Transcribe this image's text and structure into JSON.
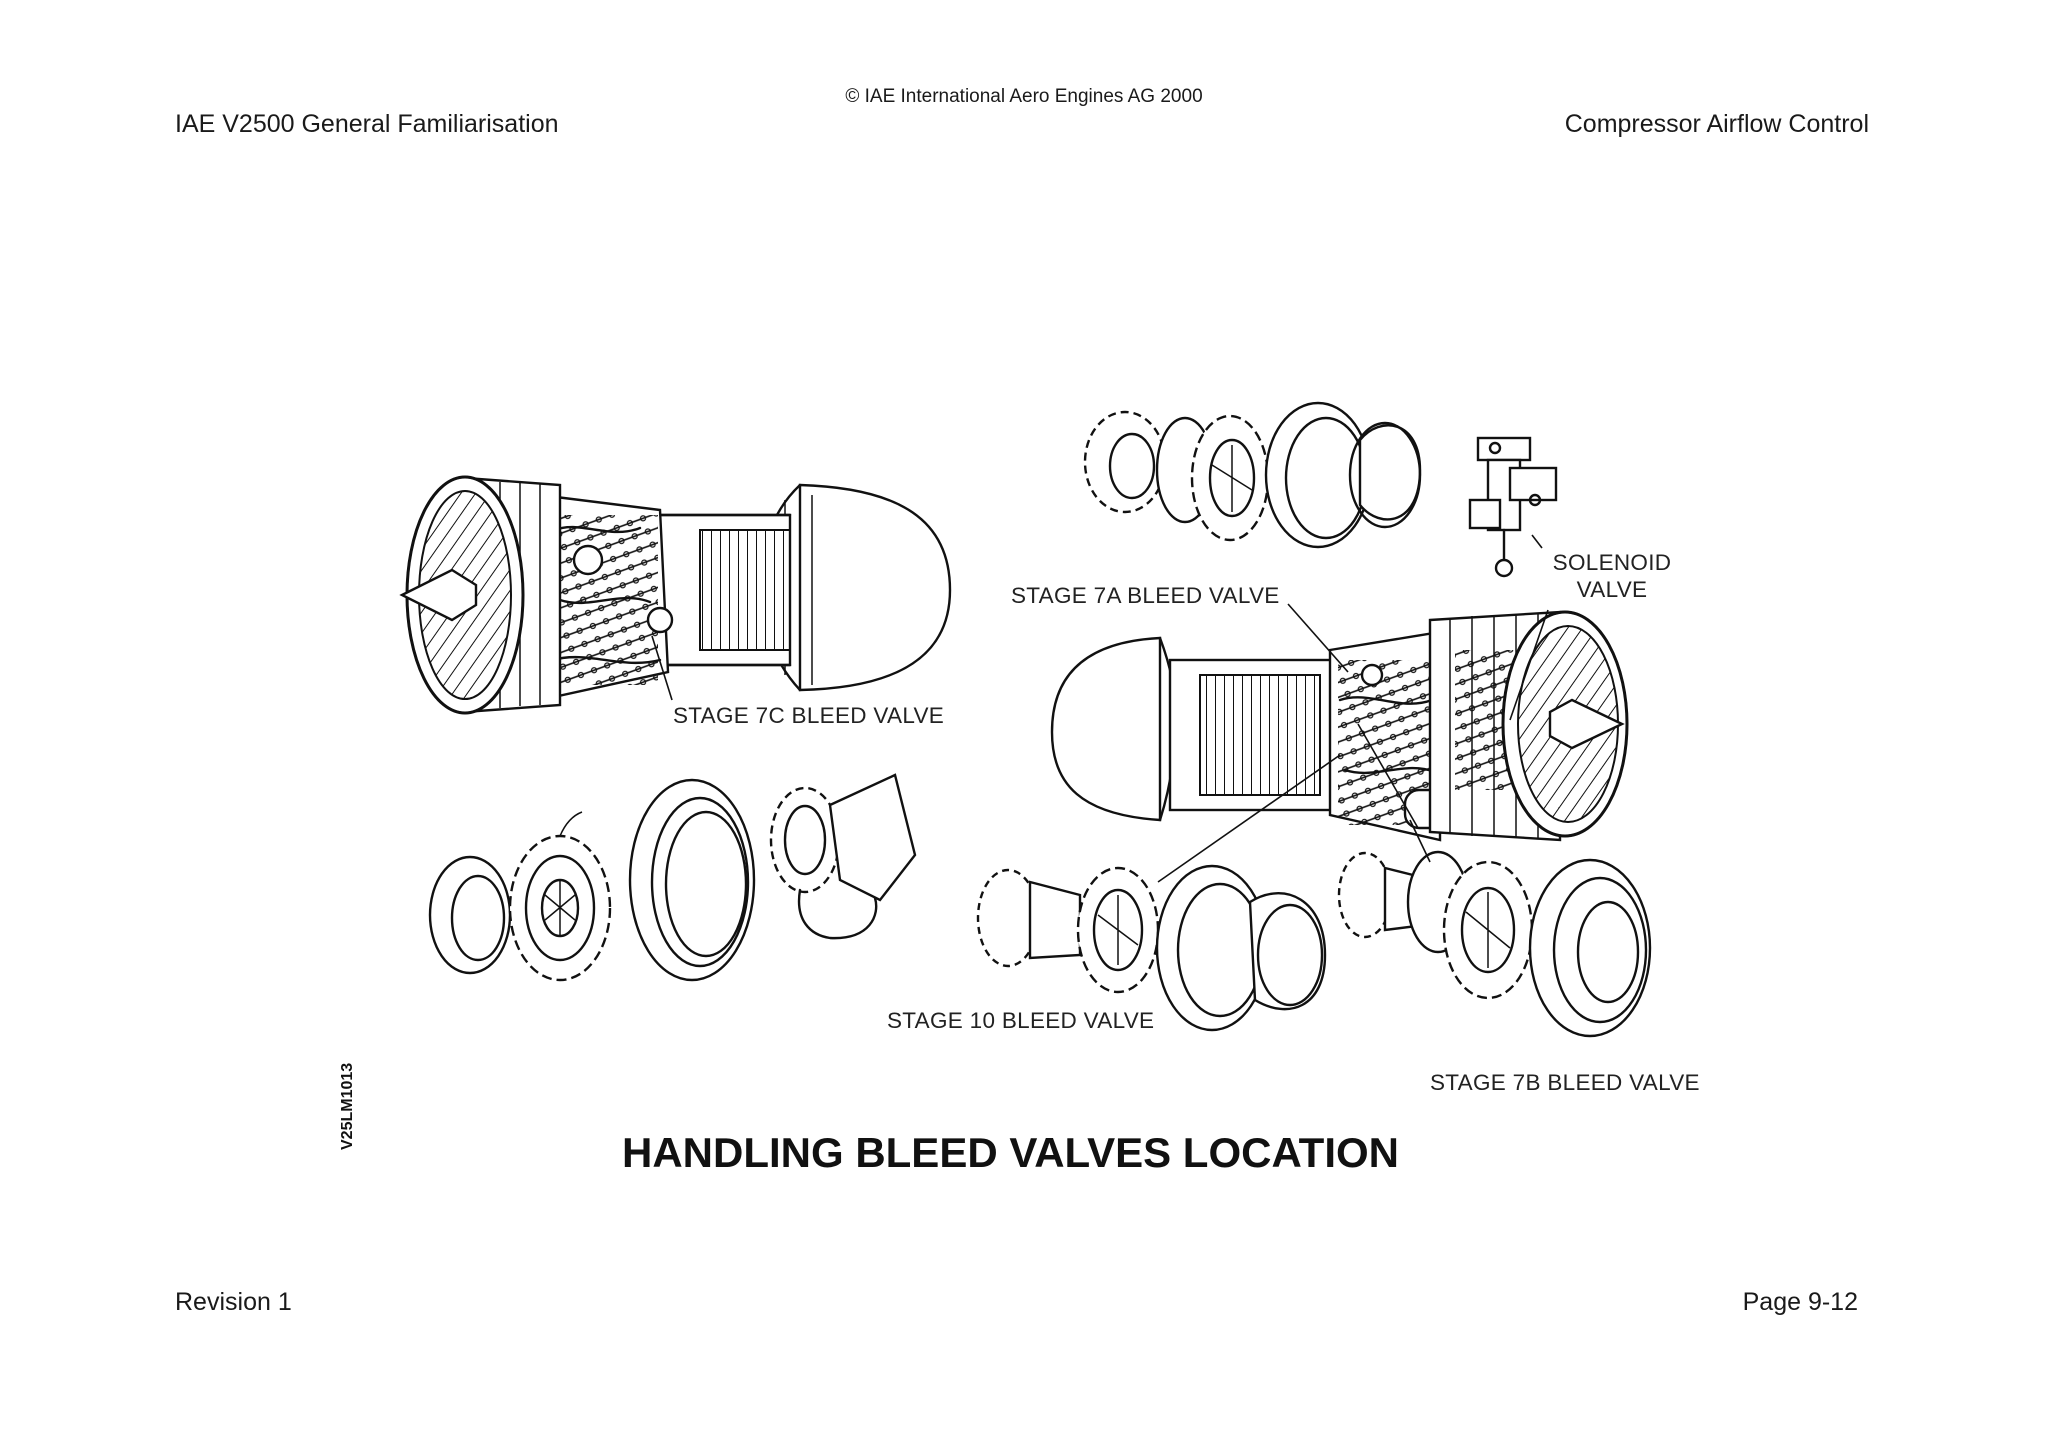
{
  "header": {
    "copyright": "© IAE International Aero Engines AG 2000",
    "left_title": "IAE V2500 General Familiarisation",
    "right_title": "Compressor Airflow Control"
  },
  "figure": {
    "title": "HANDLING BLEED VALVES LOCATION",
    "drawing_code": "V25LM1013",
    "labels": {
      "stage_7c": "STAGE 7C BLEED VALVE",
      "stage_7a": "STAGE 7A BLEED VALVE",
      "solenoid_line1": "SOLENOID",
      "solenoid_line2": "VALVE",
      "stage_10": "STAGE 10 BLEED VALVE",
      "stage_7b": "STAGE 7B BLEED VALVE"
    }
  },
  "footer": {
    "revision": "Revision 1",
    "page": "Page 9-12"
  }
}
